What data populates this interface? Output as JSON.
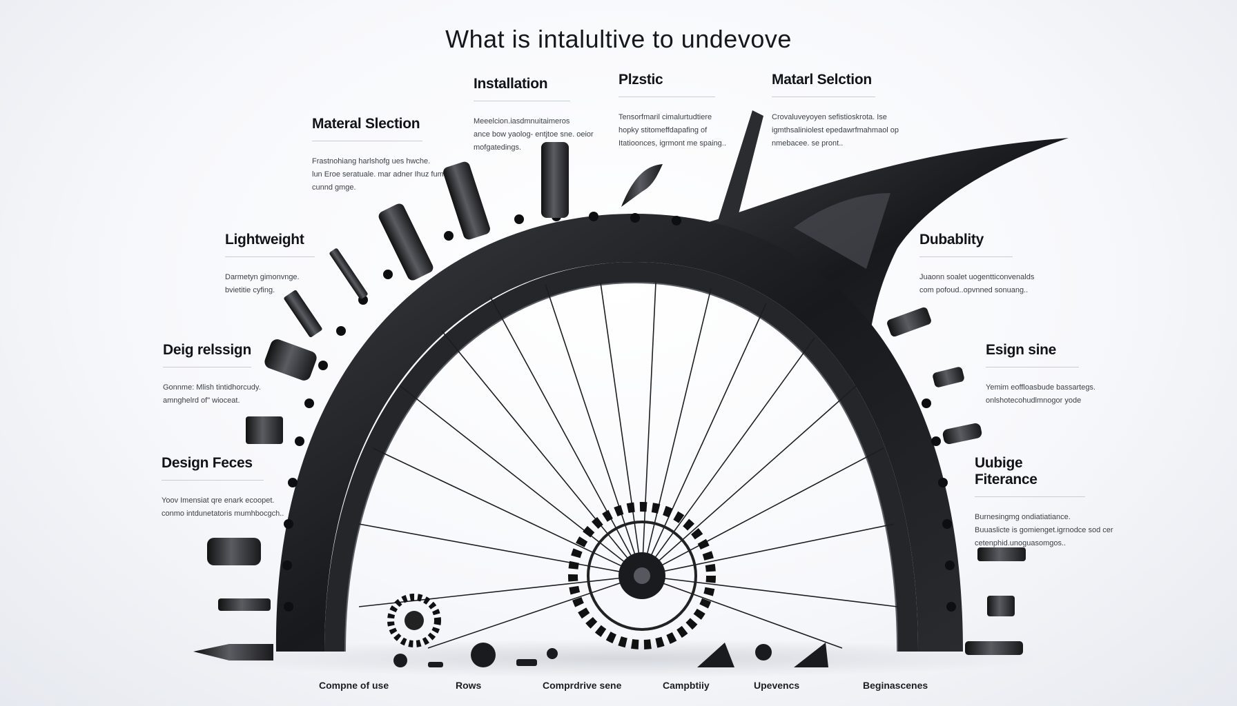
{
  "title": "What is intalultive to undevove",
  "callouts": [
    {
      "heading": "Installation",
      "lines": [
        "Meeelcion.iasdmnuitaimeros",
        "ance bow yaolog- entjtoe sne. oeior",
        "mofgatedings."
      ]
    },
    {
      "heading": "Plzstic",
      "lines": [
        "Tensorfmaril cimalurtudtiere",
        "hopky stitomeffdapafing of",
        "Itatioonces, igrmont me spaing.."
      ]
    },
    {
      "heading": "Matarl Selction",
      "lines": [
        "Crovaluveyoyen sefistioskrota. Ise",
        "igmthsaliniolest epedawrfmahmaol op",
        "nmebacee. se pront.."
      ]
    },
    {
      "heading": "Materal Slection",
      "lines": [
        "Frastnohiang harlshofg ues hwche.",
        "lun Eroe seratuale.  mar adner Ihuz fumctud sf",
        "cunnd gmge."
      ]
    },
    {
      "heading": "Lightweight",
      "lines": [
        "Darmetyn gimonvnge.",
        "bvietitie cyfing."
      ]
    },
    {
      "heading": "Dubablity",
      "lines": [
        "Juaonn soalet uogentticonvenalds",
        "com pofoud..opvnned sonuang.."
      ]
    },
    {
      "heading": "Deig relssign",
      "lines": [
        "Gonnme: Mlish tintidhorcudy.",
        "amnghelrd of\" wioceat."
      ]
    },
    {
      "heading": "Esign sine",
      "lines": [
        "Yemim eoffloasbude bassartegs.",
        "onlshotecohudlmnogor yode"
      ]
    },
    {
      "heading": "Design Feces",
      "lines": [
        "Yoov Imensiat qre enark ecoopet.",
        "conmo intdunetatoris mumhbocgch.."
      ]
    },
    {
      "heading": "Uubige Fiterance",
      "lines": [
        "Burnesingmg ondiatiatiance.",
        "Buuaslicte is gomienget.igrnodce sod cer",
        "cetenphid.unoguasomgos.."
      ]
    }
  ],
  "bottom_labels": [
    "Compne of use",
    "Rows",
    "Comprdrive sene",
    "Campbtiiy",
    "Upevencs",
    "Beginascenes"
  ]
}
